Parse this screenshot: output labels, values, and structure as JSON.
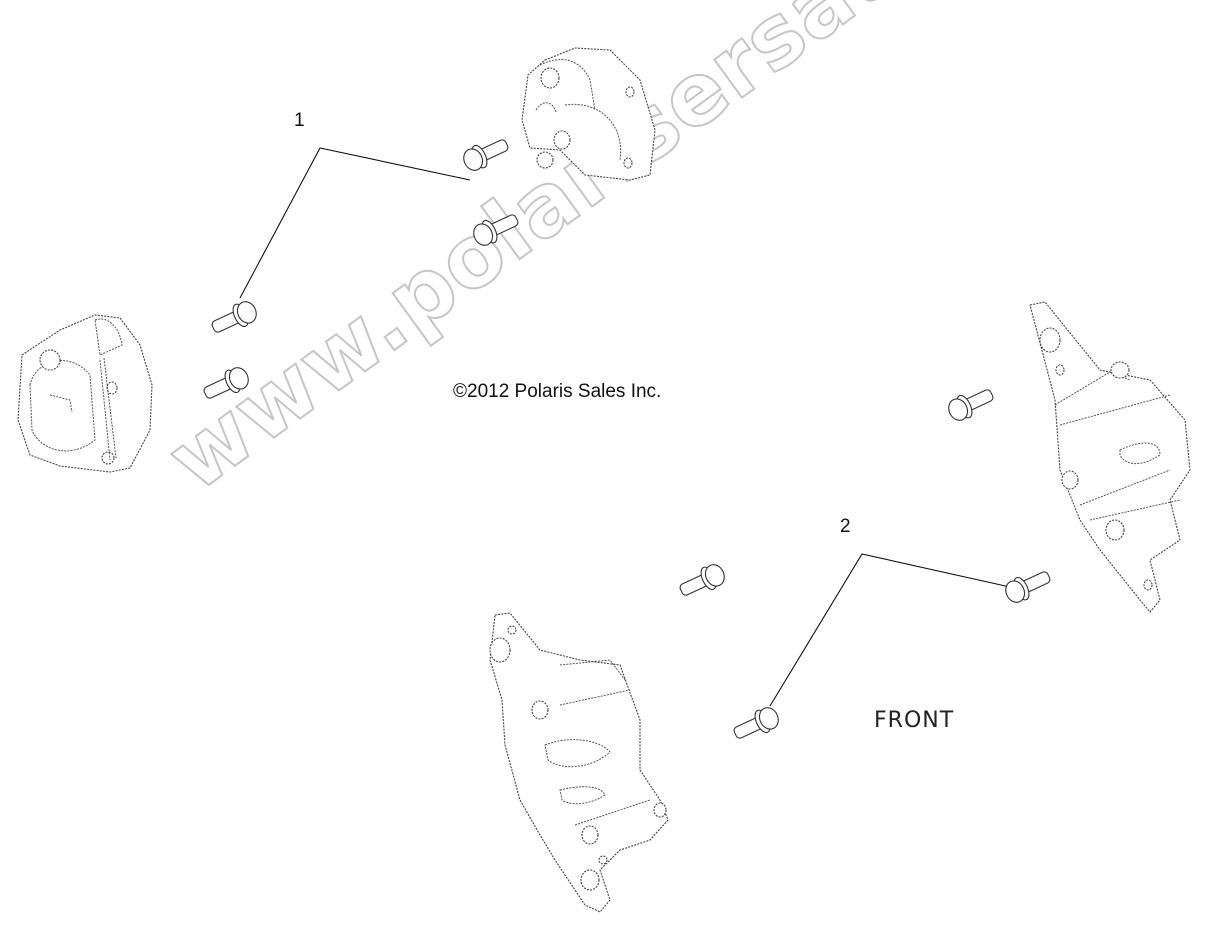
{
  "diagram": {
    "type": "exploded parts diagram",
    "subject": "brake calipers and mounting bolts",
    "callouts": [
      {
        "id": "callout-1",
        "label": "1",
        "refers_to": "rear caliper mounting bolts"
      },
      {
        "id": "callout-2",
        "label": "2",
        "refers_to": "front caliper mounting bolts"
      }
    ],
    "copyright": "©2012 Polaris Sales Inc.",
    "orientation_label": "FRONT",
    "watermark": "www.polarisersatzteile.de",
    "parts": [
      {
        "name": "rear caliper (upper center)"
      },
      {
        "name": "rear caliper (left)"
      },
      {
        "name": "front caliper (right)"
      },
      {
        "name": "front caliper (bottom center)"
      },
      {
        "name": "bolt",
        "count": 8
      }
    ],
    "colors": {
      "background": "#ffffff",
      "line_art": "#444444",
      "watermark": "#c4c4c4",
      "text": "#111111"
    }
  }
}
